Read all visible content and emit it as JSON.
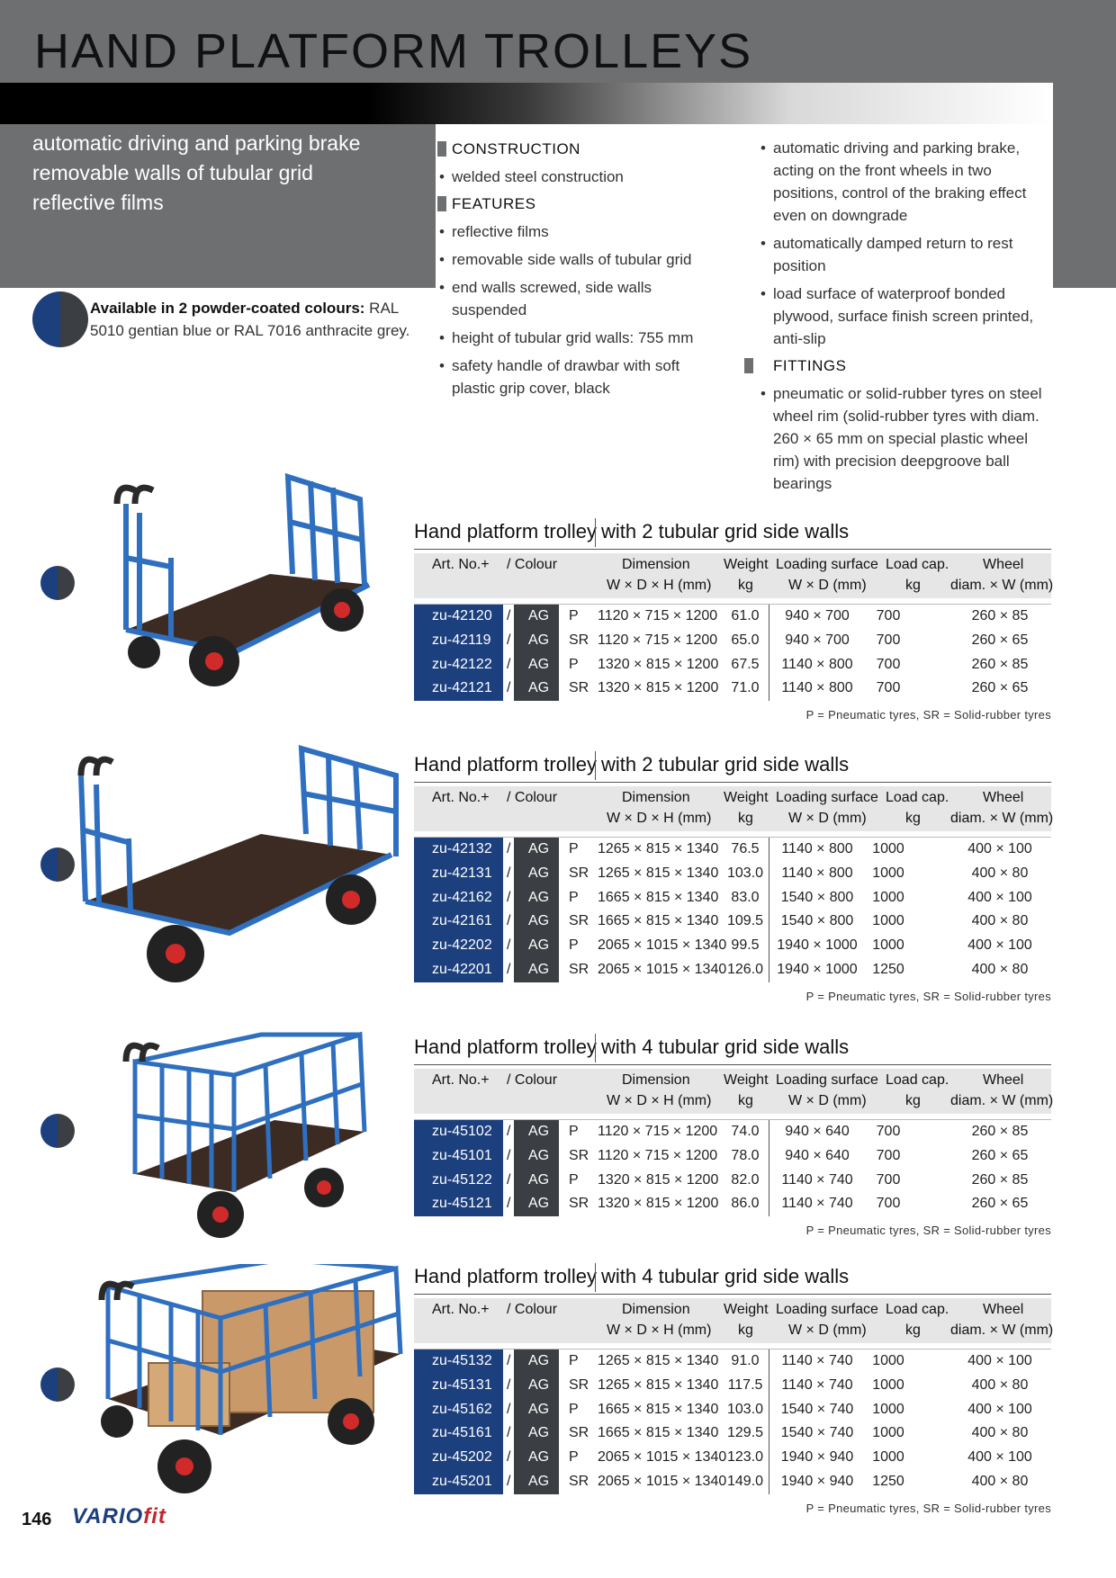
{
  "page_title": "HAND PLATFORM TROLLEYS",
  "intro_lines": [
    "automatic driving and parking brake",
    "removable walls of tubular grid",
    "reflective films"
  ],
  "colours": {
    "label_bold": "Available in 2 powder-coated colours:",
    "label_text": "RAL 5010 gentian blue or RAL 7016 anthracite grey.",
    "blue": "#1c3f7d",
    "grey": "#3b3e42"
  },
  "specs": {
    "construction_title": "CONSTRUCTION",
    "construction": [
      "welded steel construction"
    ],
    "features_title": "FEATURES",
    "features": [
      "reflective films",
      "removable side walls of tubular grid",
      "end walls screwed, side walls suspended",
      "height of tubular grid walls: 755 mm",
      "safety handle of drawbar with soft plastic grip cover, black"
    ],
    "features2": [
      "automatic driving and parking brake, acting on the front wheels in two positions, control of the braking effect even on downgrade",
      "automatically damped return to rest position",
      "load surface of waterproof bonded plywood, surface finish screen printed, anti-slip"
    ],
    "fittings_title": "FITTINGS",
    "fittings": [
      "pneumatic or solid-rubber tyres on steel wheel rim (solid-rubber tyres with diam. 260 × 65 mm on special plastic wheel rim) with precision deepgroove ball bearings"
    ]
  },
  "headers": {
    "art": "Art. No.+",
    "colour": "/ Colour",
    "dimension": "Dimension",
    "dimension_sub": "W × D × H (mm)",
    "weight": "Weight",
    "weight_sub": "kg",
    "loading": "Loading surface",
    "loading_sub": "W × D (mm)",
    "loadcap": "Load cap.",
    "loadcap_sub": "kg",
    "wheel": "Wheel",
    "wheel_sub": "diam. × W (mm)"
  },
  "tables": [
    {
      "title_a": "Hand platform trolley",
      "title_b": "with 2 tubular grid side walls",
      "note": "P = Pneumatic tyres, SR = Solid-rubber tyres",
      "rows": [
        {
          "art": "zu-42120",
          "slash": "/",
          "colour": "AG",
          "type": "P",
          "dim": "1120 × 715 × 1200",
          "wt": "61.0",
          "ls": "940 × 700",
          "lc": "700",
          "wh": "260 × 85"
        },
        {
          "art": "zu-42119",
          "slash": "/",
          "colour": "AG",
          "type": "SR",
          "dim": "1120 × 715 × 1200",
          "wt": "65.0",
          "ls": "940 × 700",
          "lc": "700",
          "wh": "260 × 65"
        },
        {
          "art": "zu-42122",
          "slash": "/",
          "colour": "AG",
          "type": "P",
          "dim": "1320 × 815 × 1200",
          "wt": "67.5",
          "ls": "1140 × 800",
          "lc": "700",
          "wh": "260 × 85"
        },
        {
          "art": "zu-42121",
          "slash": "/",
          "colour": "AG",
          "type": "SR",
          "dim": "1320 × 815 × 1200",
          "wt": "71.0",
          "ls": "1140 × 800",
          "lc": "700",
          "wh": "260 × 65"
        }
      ]
    },
    {
      "title_a": "Hand platform trolley",
      "title_b": "with 2 tubular grid side walls",
      "note": "P = Pneumatic tyres, SR = Solid-rubber tyres",
      "rows": [
        {
          "art": "zu-42132",
          "slash": "/",
          "colour": "AG",
          "type": "P",
          "dim": "1265 × 815 × 1340",
          "wt": "76.5",
          "ls": "1140 × 800",
          "lc": "1000",
          "wh": "400 × 100"
        },
        {
          "art": "zu-42131",
          "slash": "/",
          "colour": "AG",
          "type": "SR",
          "dim": "1265 × 815 × 1340",
          "wt": "103.0",
          "ls": "1140 × 800",
          "lc": "1000",
          "wh": "400 × 80"
        },
        {
          "art": "zu-42162",
          "slash": "/",
          "colour": "AG",
          "type": "P",
          "dim": "1665 × 815 × 1340",
          "wt": "83.0",
          "ls": "1540 × 800",
          "lc": "1000",
          "wh": "400 × 100"
        },
        {
          "art": "zu-42161",
          "slash": "/",
          "colour": "AG",
          "type": "SR",
          "dim": "1665 × 815 × 1340",
          "wt": "109.5",
          "ls": "1540 × 800",
          "lc": "1000",
          "wh": "400 × 80"
        },
        {
          "art": "zu-42202",
          "slash": "/",
          "colour": "AG",
          "type": "P",
          "dim": "2065 × 1015 × 1340",
          "wt": "99.5",
          "ls": "1940 × 1000",
          "lc": "1000",
          "wh": "400 × 100"
        },
        {
          "art": "zu-42201",
          "slash": "/",
          "colour": "AG",
          "type": "SR",
          "dim": "2065 × 1015 × 1340",
          "wt": "126.0",
          "ls": "1940 × 1000",
          "lc": "1250",
          "wh": "400 × 80"
        }
      ]
    },
    {
      "title_a": "Hand platform trolley",
      "title_b": "with 4 tubular grid side walls",
      "note": "P = Pneumatic tyres, SR = Solid-rubber tyres",
      "rows": [
        {
          "art": "zu-45102",
          "slash": "/",
          "colour": "AG",
          "type": "P",
          "dim": "1120 × 715 × 1200",
          "wt": "74.0",
          "ls": "940 × 640",
          "lc": "700",
          "wh": "260 × 85"
        },
        {
          "art": "zu-45101",
          "slash": "/",
          "colour": "AG",
          "type": "SR",
          "dim": "1120 × 715 × 1200",
          "wt": "78.0",
          "ls": "940 × 640",
          "lc": "700",
          "wh": "260 × 65"
        },
        {
          "art": "zu-45122",
          "slash": "/",
          "colour": "AG",
          "type": "P",
          "dim": "1320 × 815 × 1200",
          "wt": "82.0",
          "ls": "1140 × 740",
          "lc": "700",
          "wh": "260 × 85"
        },
        {
          "art": "zu-45121",
          "slash": "/",
          "colour": "AG",
          "type": "SR",
          "dim": "1320 × 815 × 1200",
          "wt": "86.0",
          "ls": "1140 × 740",
          "lc": "700",
          "wh": "260 × 65"
        }
      ]
    },
    {
      "title_a": "Hand platform trolley",
      "title_b": "with 4 tubular grid side walls",
      "note": "P = Pneumatic tyres, SR = Solid-rubber tyres",
      "rows": [
        {
          "art": "zu-45132",
          "slash": "/",
          "colour": "AG",
          "type": "P",
          "dim": "1265 × 815 × 1340",
          "wt": "91.0",
          "ls": "1140 × 740",
          "lc": "1000",
          "wh": "400 × 100"
        },
        {
          "art": "zu-45131",
          "slash": "/",
          "colour": "AG",
          "type": "SR",
          "dim": "1265 × 815 × 1340",
          "wt": "117.5",
          "ls": "1140 × 740",
          "lc": "1000",
          "wh": "400 × 80"
        },
        {
          "art": "zu-45162",
          "slash": "/",
          "colour": "AG",
          "type": "P",
          "dim": "1665 × 815 × 1340",
          "wt": "103.0",
          "ls": "1540 × 740",
          "lc": "1000",
          "wh": "400 × 100"
        },
        {
          "art": "zu-45161",
          "slash": "/",
          "colour": "AG",
          "type": "SR",
          "dim": "1665 × 815 × 1340",
          "wt": "129.5",
          "ls": "1540 × 740",
          "lc": "1000",
          "wh": "400 × 80"
        },
        {
          "art": "zu-45202",
          "slash": "/",
          "colour": "AG",
          "type": "P",
          "dim": "2065 × 1015 × 1340",
          "wt": "123.0",
          "ls": "1940 × 940",
          "lc": "1000",
          "wh": "400 × 100"
        },
        {
          "art": "zu-45201",
          "slash": "/",
          "colour": "AG",
          "type": "SR",
          "dim": "2065 × 1015 × 1340",
          "wt": "149.0",
          "ls": "1940 × 940",
          "lc": "1250",
          "wh": "400 × 80"
        }
      ]
    }
  ],
  "footer": {
    "page_number": "146",
    "logo_a": "VARIO",
    "logo_b": "fit"
  }
}
